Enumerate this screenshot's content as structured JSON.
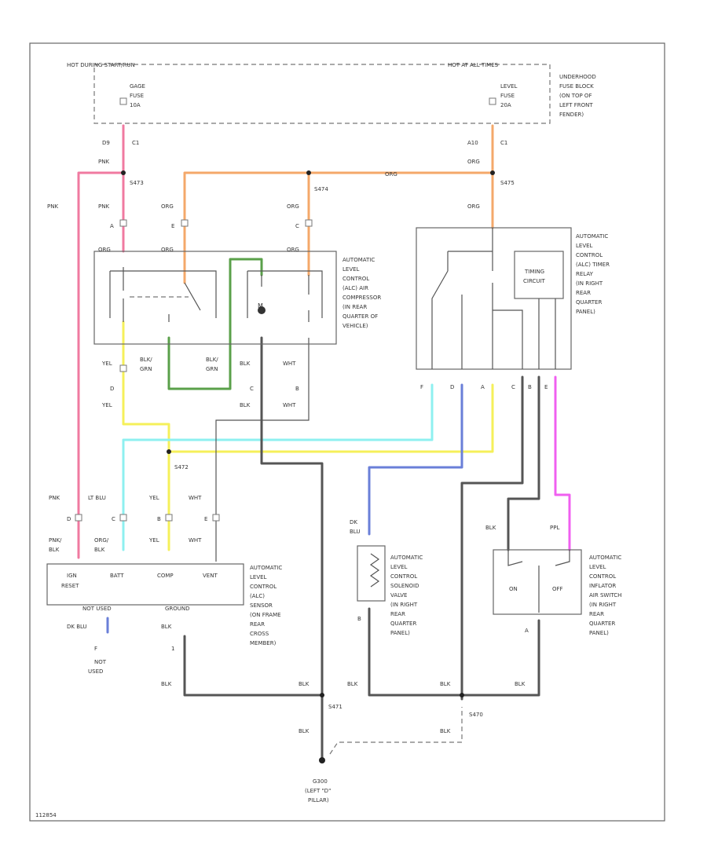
{
  "colors": {
    "pink": "#f07aa0",
    "orange": "#f4a86a",
    "yellow": "#f5f05a",
    "cyan": "#8ef0f0",
    "green": "#5aa04a",
    "blue": "#6a7fd8",
    "magenta": "#f060f0",
    "gray": "#555555",
    "lightgray": "#bbbbbb"
  },
  "labels": {
    "hot_crank_run": "HOT DURING START/RUN",
    "hot_at_all_times": "HOT AT ALL TIMES",
    "gage_fuse": [
      "GAGE",
      "FUSE",
      "10A"
    ],
    "level_fuse": [
      "LEVEL",
      "FUSE",
      "20A"
    ],
    "underhood": [
      "UNDERHOOD",
      "FUSE BLOCK",
      "(ON TOP OF",
      "LEFT FRONT",
      "FENDER)"
    ],
    "c1_left": [
      "D9",
      "C1"
    ],
    "c1_right": [
      "A10",
      "C1"
    ],
    "pnk": "PNK",
    "org": "ORG",
    "s473": "S473",
    "s474": "S474",
    "s475": "S475",
    "s472": "S472",
    "pnk2": "PNK",
    "pnk3": "PNK",
    "org2": "ORG",
    "org3": "ORG",
    "org4": "ORG",
    "pin_a": "A",
    "pin_e": "E",
    "pin_c": "C",
    "pin_d": "D",
    "pin_b": "B",
    "compressor_relay": [
      "AUTOMATIC",
      "LEVEL",
      "CONTROL",
      "(ALC) AIR",
      "COMPRESSOR",
      "(IN REAR",
      "QUARTER OF",
      "VEHICLE)"
    ],
    "timer_relay": [
      "AUTOMATIC",
      "LEVEL",
      "CONTROL",
      "(ALC) TIMER",
      "RELAY",
      "(IN RIGHT",
      "REAR",
      "QUARTER",
      "PANEL)"
    ],
    "timing_circuit": [
      "TIMING",
      "CIRCUIT"
    ],
    "m_label": "M",
    "yel": "YEL",
    "blkgrn1": [
      "BLK/",
      "GRN"
    ],
    "blkgrn2": [
      "BLK/",
      "GRN"
    ],
    "blk": "BLK",
    "wht": "WHT",
    "pin_f": "F",
    "pin_d2": "D",
    "pin_a2": "A",
    "pin_c2": "C",
    "pin_b2": "B",
    "pin_e2": "E",
    "lt_blu": "LT BLU",
    "dk_blu": "DK BLU",
    "ylw2": "YEL",
    "blk2": "BLK",
    "blk3": "BLK",
    "ppl": "PPL",
    "sensor_pins_top": [
      "PNK",
      "LT BLU",
      "YEL",
      "WHT"
    ],
    "sensor_pin_ids": [
      "D",
      "C",
      "B",
      "E"
    ],
    "sensor_pins_bot": [
      [
        "PNK/",
        "BLK"
      ],
      [
        "ORG/",
        "BLK"
      ],
      [
        "YEL"
      ],
      [
        "WHT"
      ]
    ],
    "sensor_terms": [
      [
        "IGN",
        "RESET"
      ],
      [
        "BATT"
      ],
      [
        "COMP"
      ],
      [
        "VENT"
      ]
    ],
    "sensor_label": [
      "AUTOMATIC",
      "LEVEL",
      "CONTROL",
      "(ALC)",
      "SENSOR",
      "(ON FRAME",
      "REAR",
      "CROSS",
      "MEMBER)"
    ],
    "not_used": "NOT USED",
    "ground": "GROUND",
    "dkblu2": "DK BLU",
    "blk4": "BLK",
    "pin_f2": "F",
    "pin_1": "1",
    "not_used2": [
      "NOT",
      "USED"
    ],
    "solenoid_label": [
      "AUTOMATIC",
      "LEVEL",
      "CONTROL",
      "SOLENOID",
      "VALVE",
      "(IN RIGHT",
      "REAR",
      "QUARTER",
      "PANEL)"
    ],
    "dkblu3": [
      "DK",
      "BLU"
    ],
    "pin_b3": "B",
    "inflator_label": [
      "AUTOMATIC",
      "LEVEL",
      "CONTROL",
      "INFLATOR",
      "AIR SWITCH",
      "(IN RIGHT",
      "REAR",
      "QUARTER",
      "PANEL)"
    ],
    "on": "ON",
    "off": "OFF",
    "pin_a3": "A",
    "blk_g1": "BLK",
    "blk_g2": "BLK",
    "blk_g3": "BLK",
    "blk_g4": "BLK",
    "blk_g5": "BLK",
    "blk_g6": "BLK",
    "s471": "S471",
    "s470": "S470",
    "ground_label": [
      "G300",
      "(LEFT \"D\"",
      "PILLAR)"
    ],
    "fig_id": "112854"
  }
}
